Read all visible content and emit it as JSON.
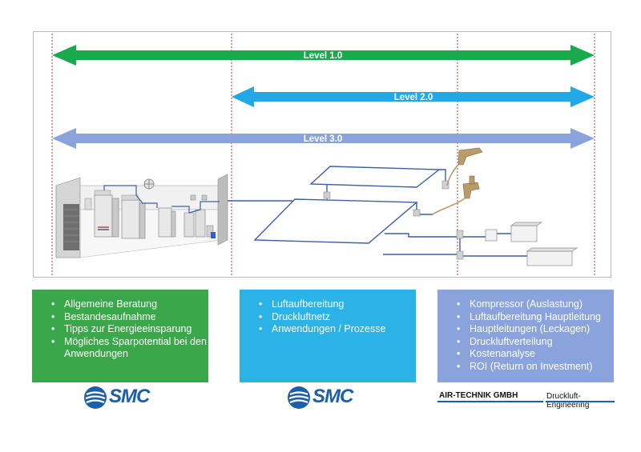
{
  "levels": [
    {
      "label": "Level 1.0",
      "color": "#1aaa4e"
    },
    {
      "label": "Level 2.0",
      "color": "#22a8e6"
    },
    {
      "label": "Level 3.0",
      "color": "#8ba3dc"
    }
  ],
  "boxes": [
    {
      "color": "#3aa84a",
      "items": [
        "Allgemeine Beratung",
        "Bestandesaufnahme",
        "Tipps zur Energieeinsparung",
        "Mögliches Sparpotential bei den Anwendungen"
      ]
    },
    {
      "color": "#2bb3e8",
      "items": [
        "Luftaufbereitung",
        "Druckluftnetz",
        "Anwendungen / Prozesse"
      ]
    },
    {
      "color": "#8ba3dc",
      "items": [
        "Kompressor (Auslastung)",
        "Luftaufbereitung Hauptleitung",
        "Hauptleitungen (Leckagen)",
        "Druckluftverteilung",
        "Kostenanalyse",
        "ROI (Return on Investment)"
      ]
    }
  ],
  "logos": {
    "smc_1": "SMC",
    "smc_2": "SMC",
    "airtech_name": "AIR-TECHNIK GMBH",
    "airtech_tagline": "Druckluft-Engineering"
  },
  "colors": {
    "pipe": "#3d5fa8",
    "divider": "#c0392b",
    "frame": "#b9b9b9",
    "brand": "#1c5ea8"
  }
}
